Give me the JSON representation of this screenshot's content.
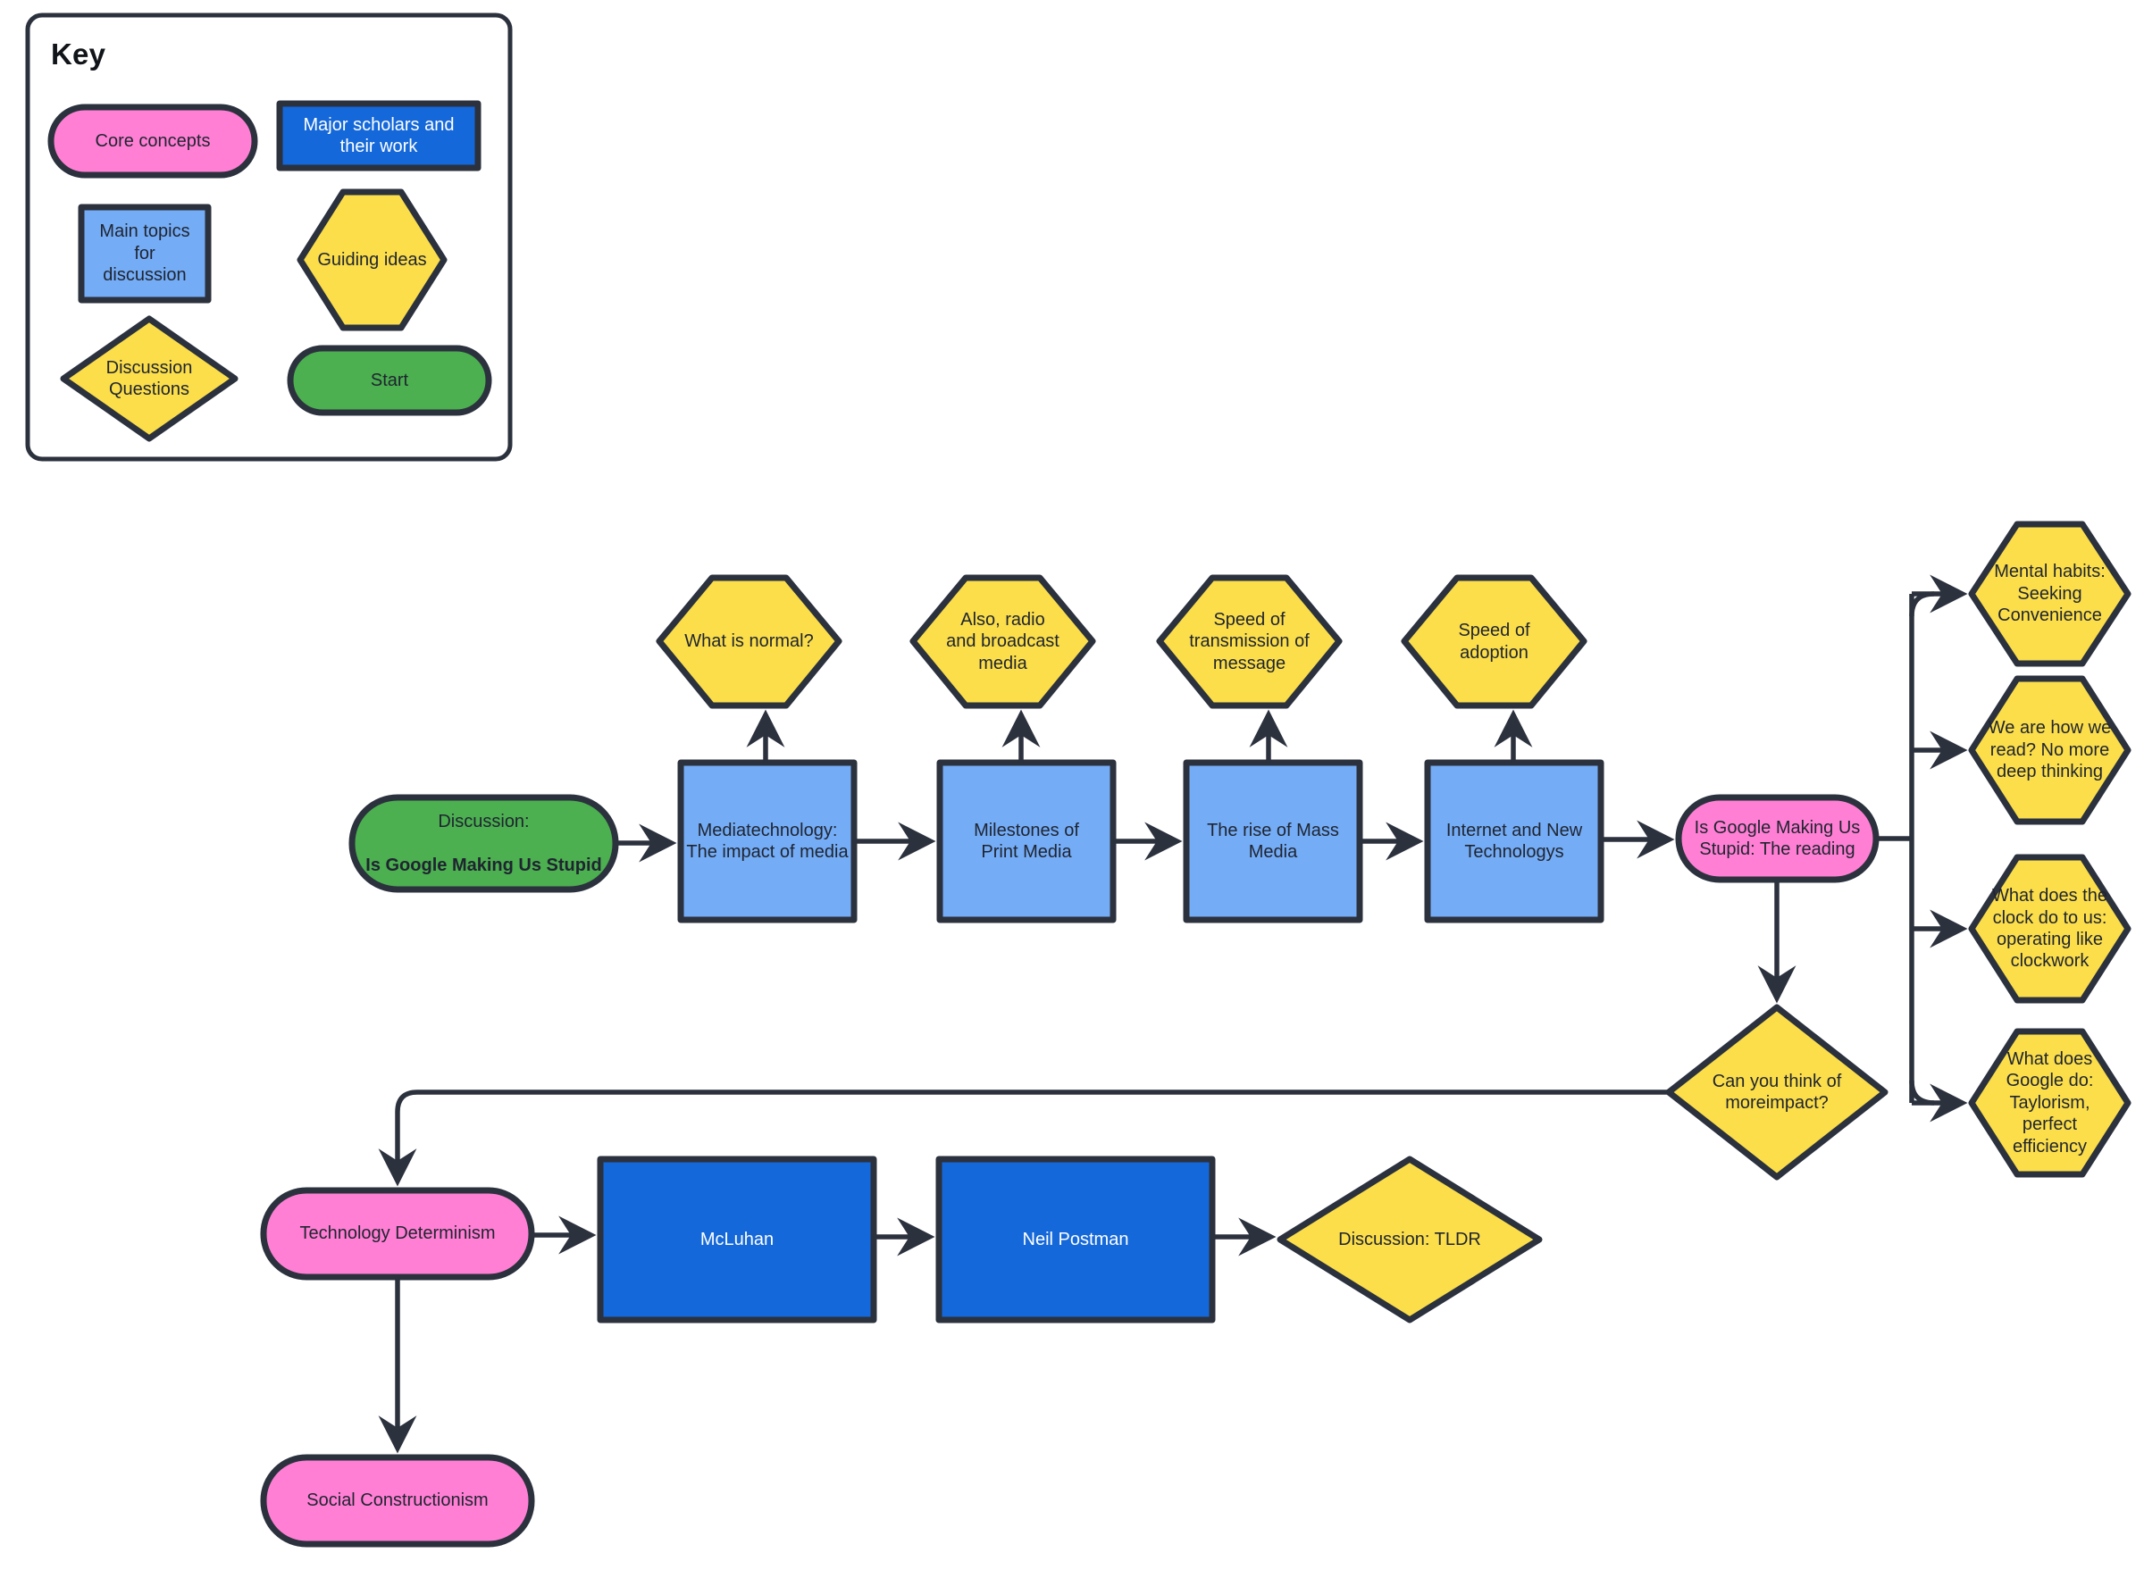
{
  "diagram": {
    "title_visible": false,
    "colors": {
      "pink": "#FF7FD4",
      "blue_light": "#74ACF5",
      "blue_dark": "#1568D9",
      "yellow": "#FBDE4A",
      "green": "#4CAF50",
      "stroke": "#2b313d",
      "white": "#FFFFFF"
    }
  },
  "key": {
    "title": "Key",
    "items": [
      {
        "name": "core-concepts",
        "label": "Core concepts",
        "shape": "stadium",
        "fill": "pink"
      },
      {
        "name": "major-scholars",
        "label": "Major  scholars   and\ntheir work",
        "shape": "rect",
        "fill": "blue_dark"
      },
      {
        "name": "main-topics",
        "label": "Main topics   for\ndiscussion",
        "shape": "rect",
        "fill": "blue_light"
      },
      {
        "name": "guiding-ideas",
        "label": "Guiding ideas",
        "shape": "hexagon",
        "fill": "yellow"
      },
      {
        "name": "discussion-questions",
        "label": "Discussion\nQuestions",
        "shape": "diamond",
        "fill": "yellow"
      },
      {
        "name": "start",
        "label": "Start",
        "shape": "stadium",
        "fill": "green"
      }
    ]
  },
  "flow": {
    "start_node": {
      "label_line1": "Discussion:",
      "label_line2": "Is   Google Making  Us  Stupid"
    },
    "main_topics": [
      {
        "label": "Mediatechnology:\nThe impact of  media"
      },
      {
        "label": "Milestones of\nPrint Media"
      },
      {
        "label": "The rise of  Mass\nMedia"
      },
      {
        "label": "Internet   and New\nTechnologys"
      }
    ],
    "guiding_ideas_top": [
      {
        "label": "What is normal?"
      },
      {
        "label": "Also,   radio\nand broadcast\nmedia"
      },
      {
        "label": "Speed of\ntransmission  of\nmessage"
      },
      {
        "label": "Speed of\nadoption"
      }
    ],
    "reading_node": {
      "label": "Is   Google Making Us\nStupid:   The  reading"
    },
    "reading_branches": [
      {
        "label": "Mental habits:\nSeeking\nConvenience"
      },
      {
        "label": "We are how we\nread?  No more\ndeep thinking"
      },
      {
        "label": "What does  the\nclock   do to us:\noperating  like\nclockwork"
      },
      {
        "label": "What does\nGoogle do:\nTaylorism,\nperfect\nefficiency"
      }
    ],
    "more_impact_question": {
      "label": "Can you  think  of\nmoreimpact?"
    },
    "technology_determinism": {
      "label": "Technology   Determinism"
    },
    "scholars": [
      {
        "label": "McLuhan"
      },
      {
        "label": "Neil Postman"
      }
    ],
    "tldr_question": {
      "label": "Discussion:    TLDR"
    },
    "social_constructionism": {
      "label": "Social  Constructionism"
    }
  }
}
